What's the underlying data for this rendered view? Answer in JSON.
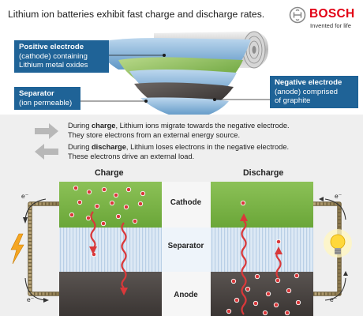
{
  "title": "Lithium ion batteries exhibit fast charge and discharge rates.",
  "logo": {
    "brand": "BOSCH",
    "tagline": "Invented for life"
  },
  "callouts": {
    "positive": {
      "title": "Positive electrode",
      "line1": "(cathode) containing",
      "line2": "Lithium metal oxides"
    },
    "separator": {
      "title": "Separator",
      "line1": "(ion permeable)"
    },
    "negative": {
      "title": "Negative electrode",
      "line1": "(anode) comprised",
      "line2": "of graphite"
    }
  },
  "descriptions": {
    "charge": {
      "prefix": "During ",
      "keyword": "charge",
      "rest": ", Lithium ions migrate towards the negative electrode.",
      "line2": "They store electrons from an external energy source."
    },
    "discharge": {
      "prefix": "During ",
      "keyword": "discharge",
      "rest": ", Lithium loses electrons in the negative electrode.",
      "line2": "These electrons drive an external load."
    }
  },
  "columns": {
    "charge": "Charge",
    "discharge": "Discharge"
  },
  "layers": {
    "cathode": "Cathode",
    "separator": "Separator",
    "anode": "Anode"
  },
  "electron_label": "e⁻",
  "icons": [
    "gear-logo-icon",
    "arrow-right-icon",
    "arrow-left-icon",
    "lightning-bolt-icon",
    "light-bulb-icon"
  ],
  "colors": {
    "callout_bg": "#1f6397",
    "brand_red": "#e20015",
    "cathode_green": "#7ab648",
    "anode_dark": "#4a4543",
    "ion_red": "#d9383a",
    "separator_blue": "#dce9f5"
  }
}
